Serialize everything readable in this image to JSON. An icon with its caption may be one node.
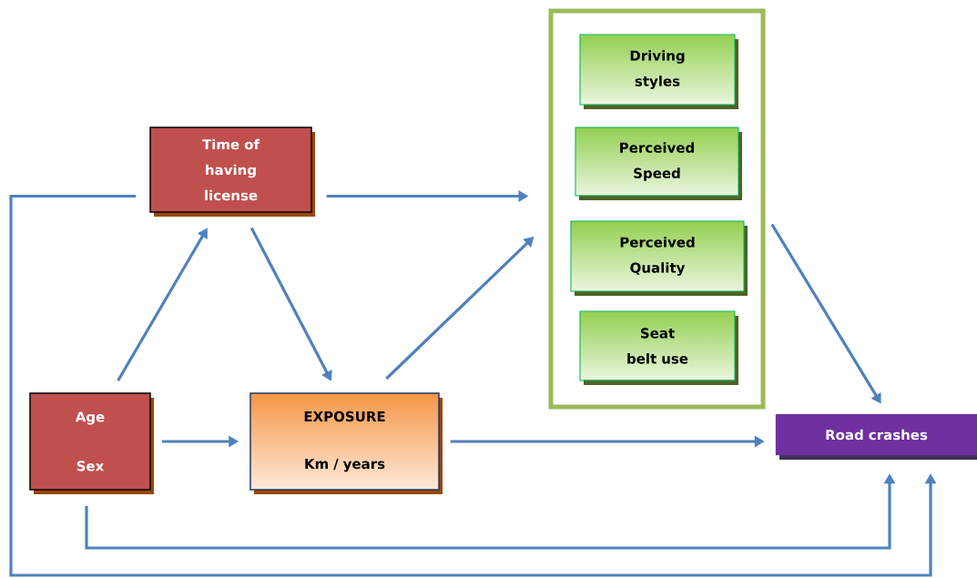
{
  "diagram": {
    "nodes": [
      {
        "text": [
          "Time of having license"
        ]
      },
      {
        "text": [
          "Age",
          "Sex"
        ]
      },
      {
        "text": [
          "EXPOSURE",
          "Km / years"
        ]
      },
      {
        "text": [],
        "shape": "box"
      },
      {
        "text": [
          "Driving styles"
        ],
        "in": 3
      },
      {
        "text": [
          "Perceived Speed"
        ],
        "in": 3
      },
      {
        "text": [
          "Perceived Quality"
        ],
        "in": 3
      },
      {
        "text": [
          "Seat belt use"
        ],
        "in": 3
      },
      {
        "text": [
          "Road crashes"
        ]
      }
    ],
    "edges": [
      {
        "from": 1,
        "to": 0,
        "arrow": "to"
      },
      {
        "from": 0,
        "to": 2,
        "arrow": "to"
      },
      {
        "from": 0,
        "to": 3,
        "arrow": "to"
      },
      {
        "from": 2,
        "to": 3,
        "arrow": "to"
      },
      {
        "from": 1,
        "to": 2,
        "arrow": "to"
      },
      {
        "from": 2,
        "to": 8,
        "arrow": "to"
      },
      {
        "from": 3,
        "to": 8,
        "arrow": "to"
      },
      {
        "from": 1,
        "to": 8,
        "arrow": "to"
      },
      {
        "from": 0,
        "to": 8,
        "arrow": "to"
      }
    ]
  }
}
